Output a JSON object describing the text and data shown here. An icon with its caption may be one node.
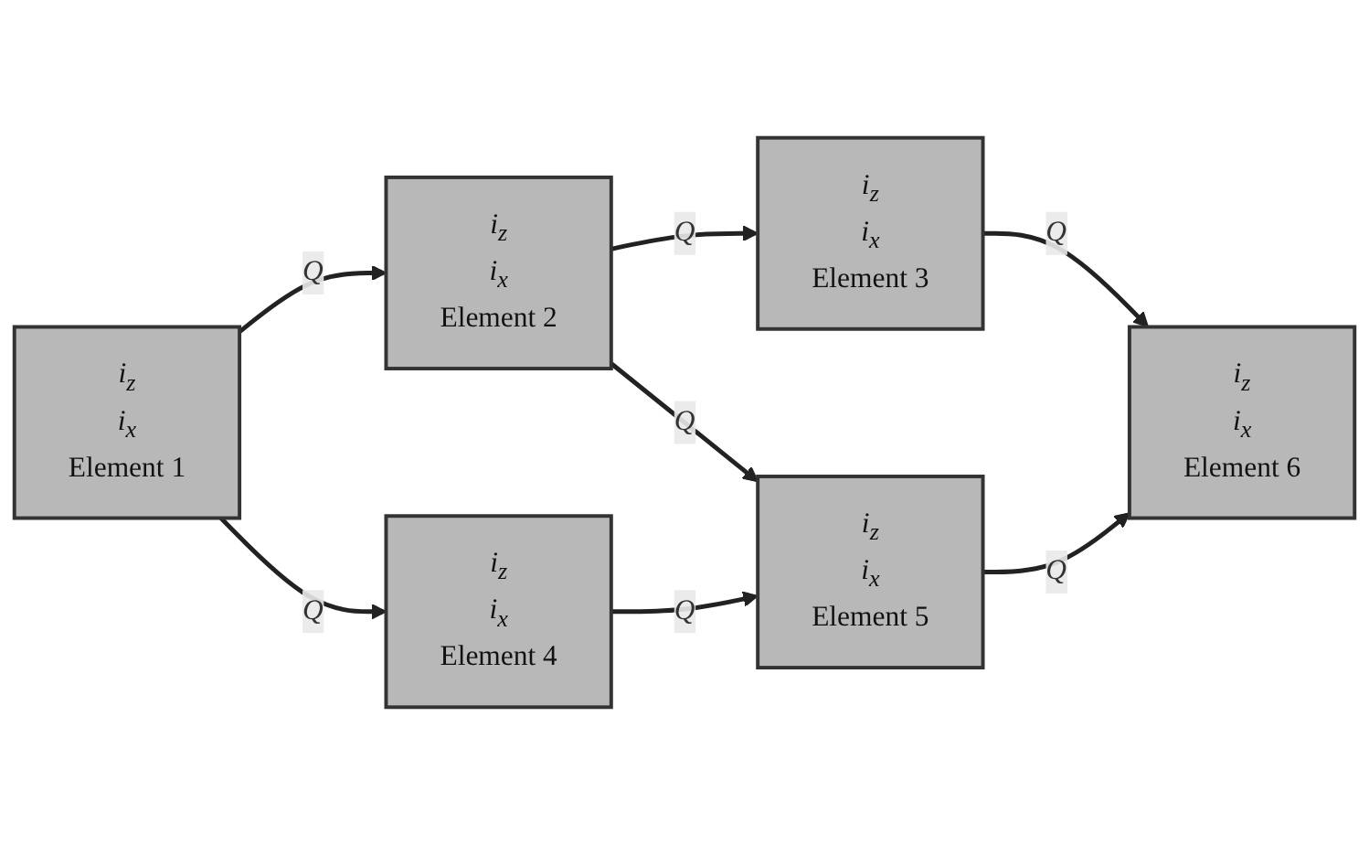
{
  "diagram": {
    "nodes": [
      {
        "text": [
          "i$_{z}$",
          "i$_{x}$",
          "Element 1"
        ]
      },
      {
        "text": [
          "i$_{z}$",
          "i$_{x}$",
          "Element 2"
        ]
      },
      {
        "text": [
          "i$_{z}$",
          "i$_{x}$",
          "Element 3"
        ]
      },
      {
        "text": [
          "i$_{z}$",
          "i$_{x}$",
          "Element 4"
        ]
      },
      {
        "text": [
          "i$_{z}$",
          "i$_{x}$",
          "Element 5"
        ]
      },
      {
        "text": [
          "i$_{z}$",
          "i$_{x}$",
          "Element 6"
        ]
      }
    ],
    "edges": [
      {
        "from": 0,
        "to": 1,
        "arrow": "to",
        "label": "Q"
      },
      {
        "from": 1,
        "to": 2,
        "arrow": "to",
        "label": "Q"
      },
      {
        "from": 0,
        "to": 3,
        "arrow": "to",
        "label": "Q"
      },
      {
        "from": 1,
        "to": 4,
        "arrow": "to",
        "label": "Q"
      },
      {
        "from": 2,
        "to": 5,
        "arrow": "to",
        "label": "Q"
      },
      {
        "from": 3,
        "to": 4,
        "arrow": "to",
        "label": "Q"
      },
      {
        "from": 4,
        "to": 5,
        "arrow": "to",
        "label": "Q"
      }
    ]
  }
}
